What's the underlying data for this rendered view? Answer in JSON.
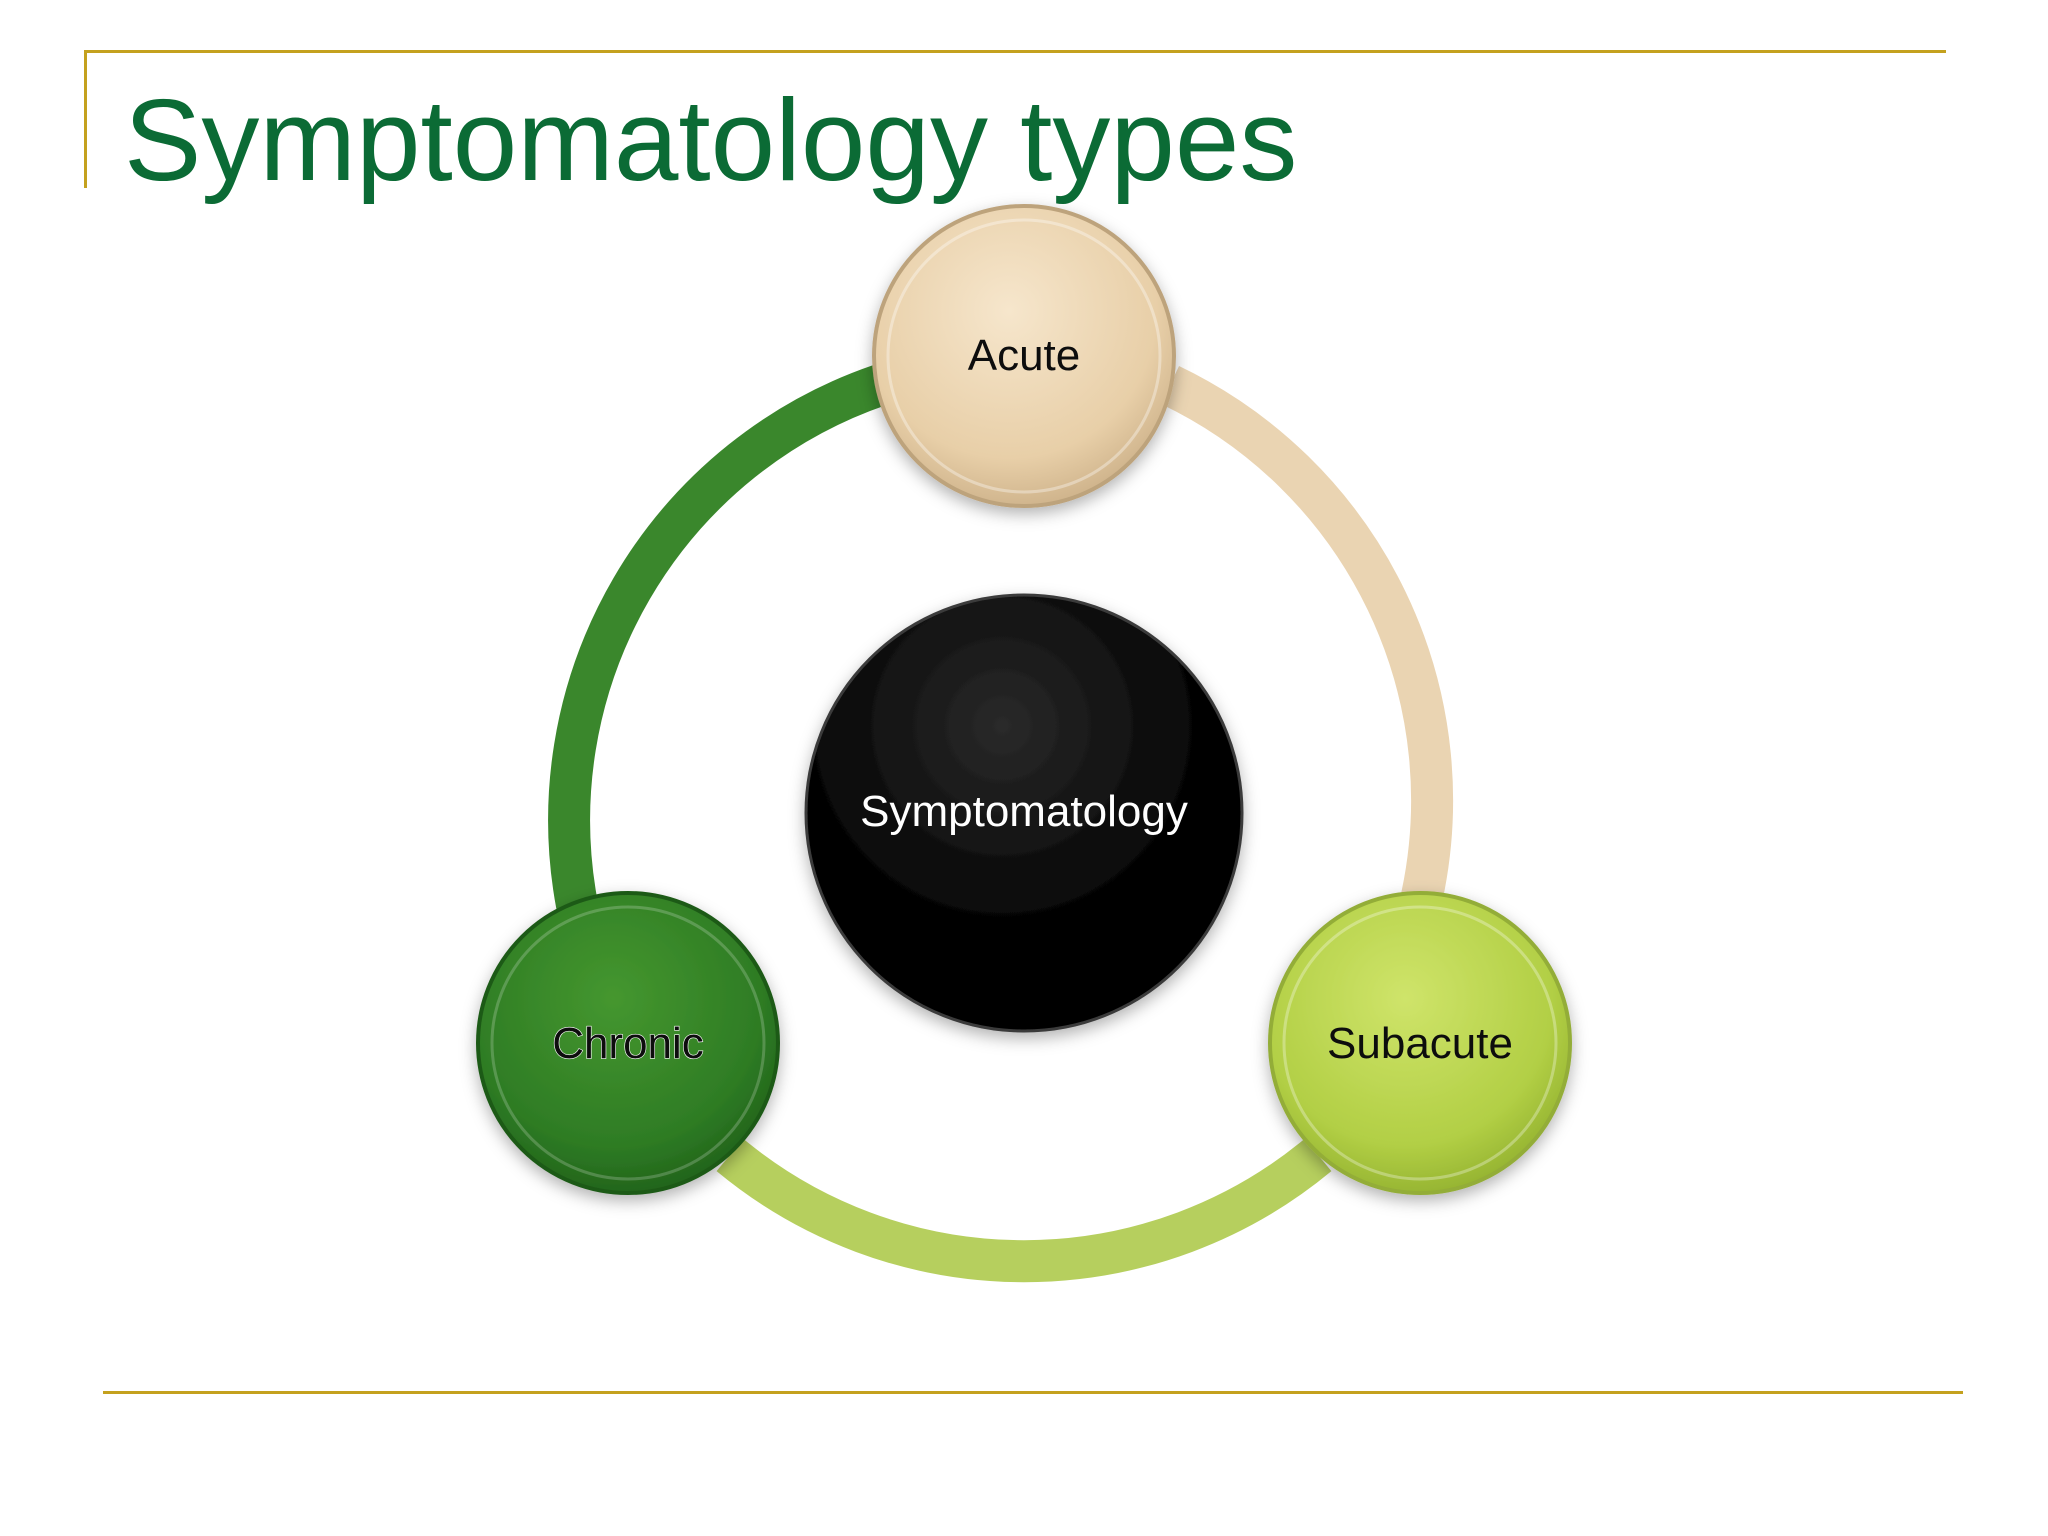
{
  "slide": {
    "title": "Symptomatology types"
  },
  "diagram": {
    "center": {
      "label": "Symptomatology",
      "color": "#000000",
      "text_color": "#ffffff"
    },
    "nodes": [
      {
        "label": "Acute",
        "color": "#e9d1ac",
        "text_color": "#111111"
      },
      {
        "label": "Subacute",
        "color": "#b4d14a",
        "text_color": "#111111"
      },
      {
        "label": "Chronic",
        "color": "#2f7f26",
        "text_color": "#111111"
      }
    ],
    "arcs": [
      {
        "from": "Acute",
        "to": "Subacute",
        "color": "#ead4b2"
      },
      {
        "from": "Subacute",
        "to": "Chronic",
        "color": "#b6cf5e"
      },
      {
        "from": "Chronic",
        "to": "Acute",
        "color": "#3a872c"
      }
    ]
  },
  "theme": {
    "title_color": "#0b6b35",
    "rule_color": "#c4a11e"
  }
}
